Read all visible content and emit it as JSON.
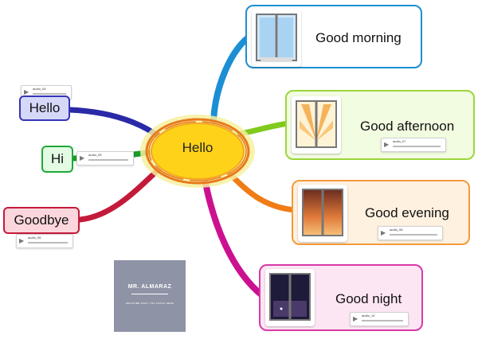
{
  "center": {
    "label": "Hello"
  },
  "right_nodes": [
    {
      "label": "Good morning",
      "image": "window-clear-icon",
      "audio": null
    },
    {
      "label": "Good afternoon",
      "image": "window-sun-rays-icon",
      "audio": "audio_07"
    },
    {
      "label": "Good evening",
      "image": "window-sunset-icon",
      "audio": "audio_08"
    },
    {
      "label": "Good night",
      "image": "window-night-icon",
      "audio": "audio_10"
    }
  ],
  "left_nodes": [
    {
      "label": "Hello",
      "audio": "audio_04"
    },
    {
      "label": "Hi",
      "audio": "audio_05"
    },
    {
      "label": "Goodbye",
      "audio": "audio_06"
    }
  ],
  "logo": {
    "title": "MR. ALMARAZ",
    "tagline": "DESCRIBE WHAT YOU TEACH HERE"
  },
  "colors": {
    "center_fill": "#ffd21a",
    "center_ring": "#e8791a",
    "branch_morning": "#1c8fd4",
    "branch_afternoon": "#82c91e",
    "branch_evening": "#f07c15",
    "branch_night": "#cc1190",
    "branch_hello": "#2a2aa8",
    "branch_hi": "#1a9c2a",
    "branch_goodbye": "#c41a3a"
  }
}
